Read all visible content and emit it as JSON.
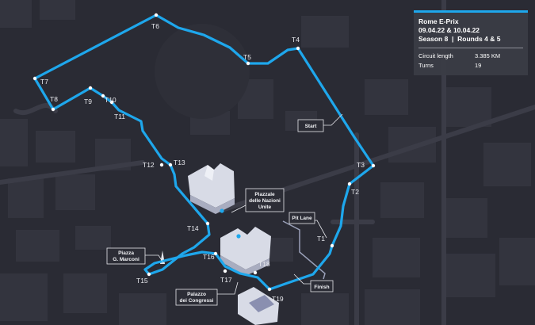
{
  "info": {
    "title": "Rome E-Prix",
    "dates": "09.04.22 & 10.04.22",
    "season": "Season 8  |  Rounds 4 & 5",
    "length_label": "Circuit length",
    "length_value": "3.385 KM",
    "turns_label": "Turns",
    "turns_value": "19"
  },
  "turns": [
    "T1",
    "T2",
    "T3",
    "T4",
    "T5",
    "T6",
    "T7",
    "T8",
    "T9",
    "T10",
    "T11",
    "T12",
    "T13",
    "T14",
    "T15",
    "T16",
    "T17",
    "T18",
    "T19"
  ],
  "places": {
    "start": "Start",
    "finish": "Finish",
    "pit_lane": "Pit Lane",
    "piazzale_1": "Piazzale",
    "piazzale_2": "delle Nazioni",
    "piazzale_3": "Unite",
    "marconi_1": "Piazza",
    "marconi_2": "G. Marconi",
    "palazzo_1": "Palazzo",
    "palazzo_2": "dei Congressi"
  },
  "colors": {
    "background": "#2a2b34",
    "track": "#1ea7ec",
    "accent": "#1ea7ec"
  }
}
